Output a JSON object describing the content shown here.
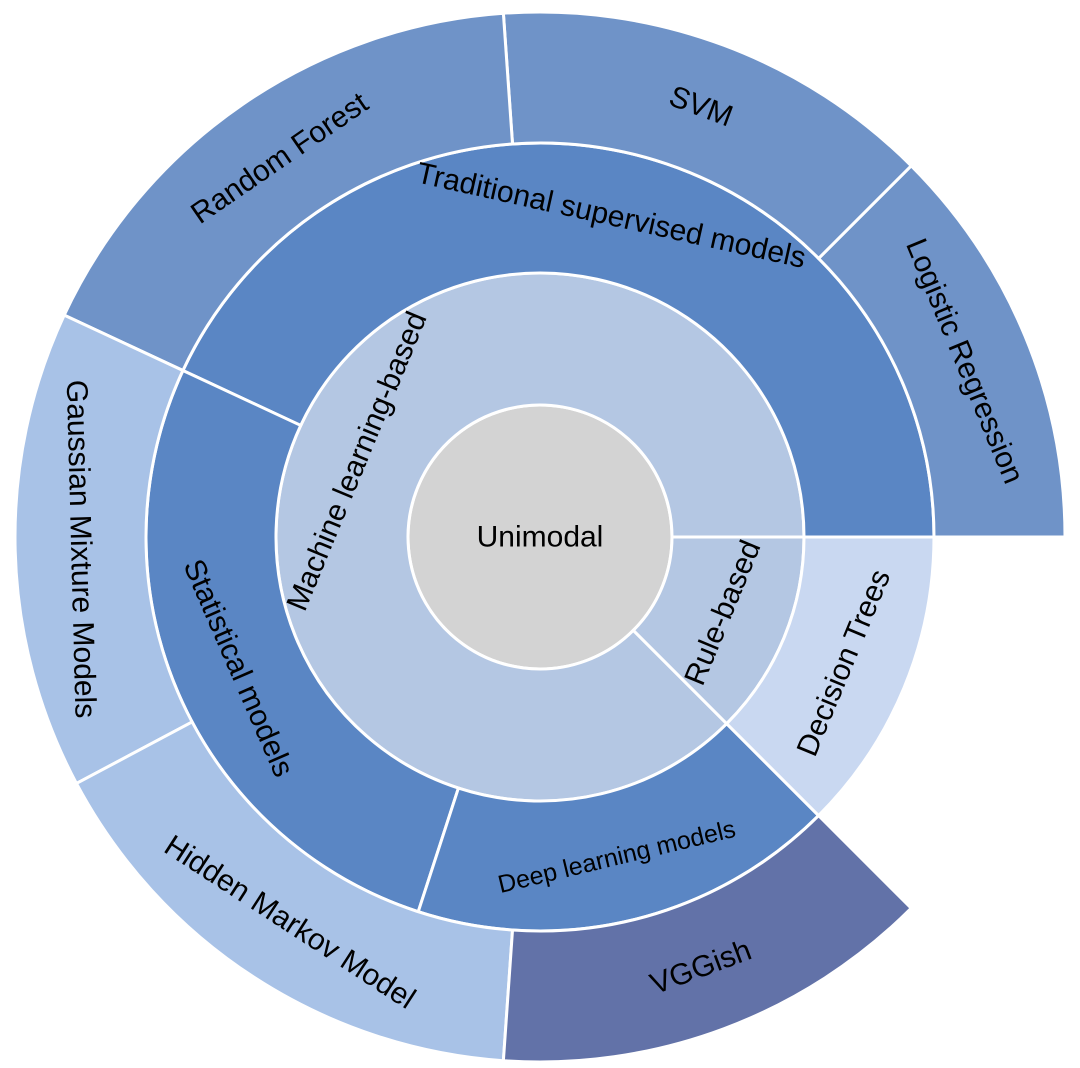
{
  "chart_data": {
    "type": "sunburst",
    "center": {
      "label": "Unimodal",
      "color": "#d3d3d3"
    },
    "rings": [
      {
        "level": 1,
        "segments": [
          {
            "id": "machine-learning-based",
            "label": "Machine learning-based",
            "start_deg": 0,
            "end_deg": 315,
            "color": "#b4c7e3"
          },
          {
            "id": "rule-based",
            "label": "Rule-based",
            "start_deg": 315,
            "end_deg": 360,
            "color": "#b4c7e3"
          }
        ]
      },
      {
        "level": 2,
        "segments": [
          {
            "id": "traditional-supervised-models",
            "label": "Traditional supervised models",
            "start_deg": 0,
            "end_deg": 155,
            "color": "#5a86c4"
          },
          {
            "id": "statistical-models",
            "label": "Statistical models",
            "start_deg": 155,
            "end_deg": 252,
            "color": "#5a86c4"
          },
          {
            "id": "deep-learning-models",
            "label": "Deep learning models",
            "start_deg": 252,
            "end_deg": 315,
            "color": "#5a86c4"
          },
          {
            "id": "decision-trees",
            "label": "Decision Trees",
            "start_deg": 315,
            "end_deg": 360,
            "color": "#c9d8f1"
          }
        ]
      },
      {
        "level": 3,
        "segments": [
          {
            "id": "logistic-regression",
            "label": "Logistic Regression",
            "start_deg": 0,
            "end_deg": 45,
            "color": "#6f93c8"
          },
          {
            "id": "svm",
            "label": "SVM",
            "start_deg": 45,
            "end_deg": 94,
            "color": "#6f93c8"
          },
          {
            "id": "random-forest",
            "label": "Random Forest",
            "start_deg": 94,
            "end_deg": 155,
            "color": "#6f93c8"
          },
          {
            "id": "gaussian-mixture-models",
            "label": "Gaussian Mixture Models",
            "start_deg": 155,
            "end_deg": 208,
            "color": "#a8c2e7"
          },
          {
            "id": "hidden-markov-model",
            "label": "Hidden Markov Model",
            "start_deg": 208,
            "end_deg": 266,
            "color": "#a8c2e7"
          },
          {
            "id": "vggish",
            "label": "VGGish",
            "start_deg": 266,
            "end_deg": 315,
            "color": "#6272a8"
          }
        ]
      }
    ]
  }
}
